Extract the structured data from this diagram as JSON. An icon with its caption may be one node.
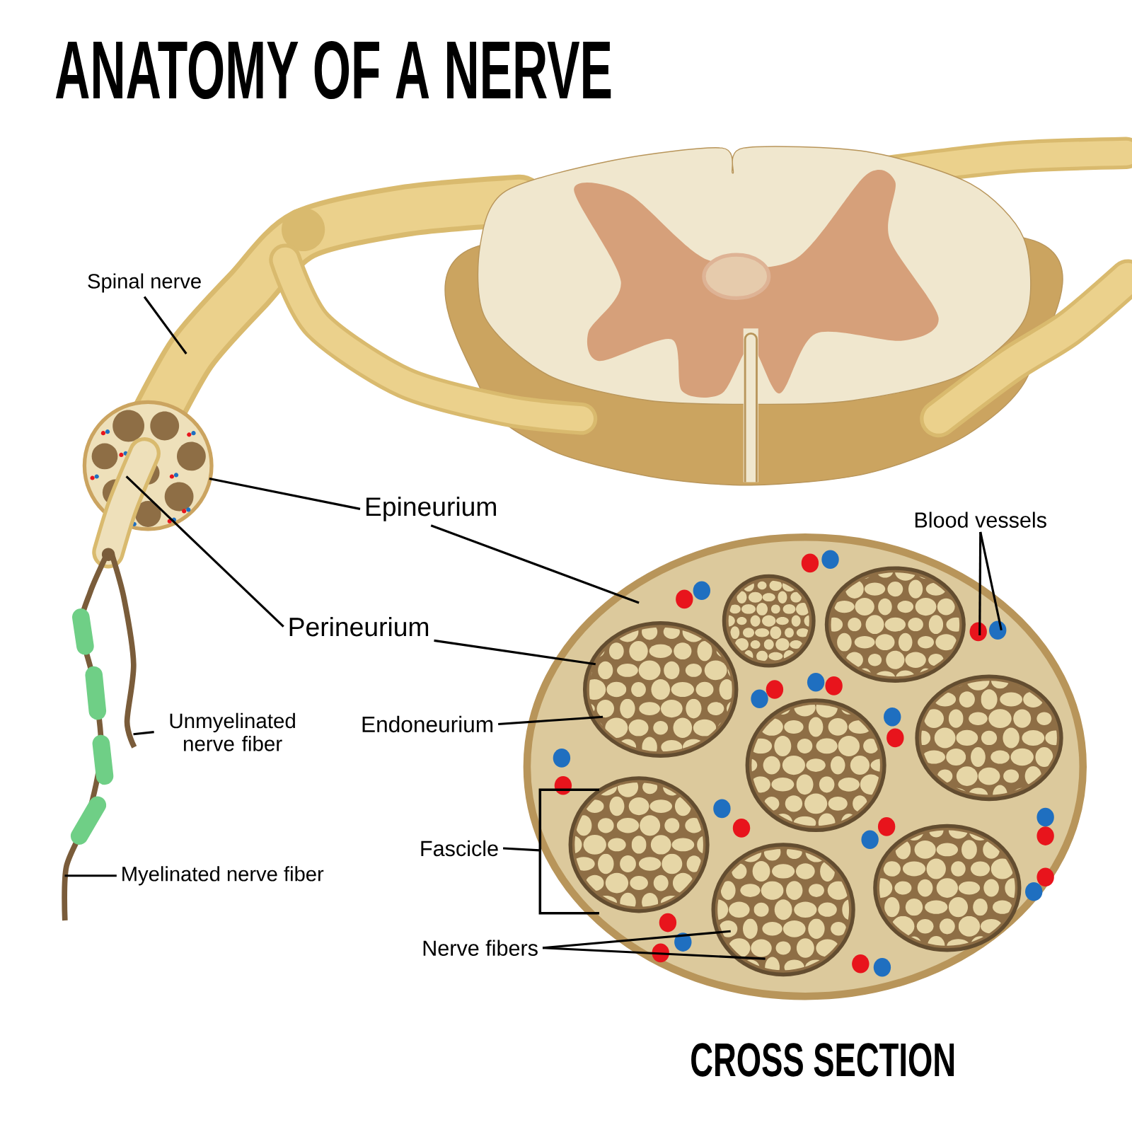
{
  "diagram": {
    "title": "ANATOMY OF A NERVE",
    "nodes": [
      {
        "text": [
          "Spinal nerve"
        ]
      },
      {
        "text": [
          "Epineurium"
        ]
      },
      {
        "text": [
          "Perineurium"
        ]
      },
      {
        "text": [
          "Endoneurium"
        ]
      },
      {
        "text": [
          "Unmyelinated nerve fiber"
        ]
      },
      {
        "text": [
          "Myelinated nerve fiber"
        ]
      },
      {
        "text": [
          "Fascicle"
        ]
      },
      {
        "text": [
          "Nerve fibers"
        ]
      },
      {
        "text": [
          "Blood vessels"
        ]
      },
      {
        "text": [],
        "shape": "picture"
      },
      {
        "text": [],
        "shape": "picture"
      },
      {
        "text": [],
        "shape": "bracket"
      }
    ],
    "edges": [
      {
        "from": 0,
        "to": null,
        "arrow": "none"
      },
      {
        "from": 1,
        "to": null,
        "arrow": "none"
      },
      {
        "from": 1,
        "to": null,
        "arrow": "none"
      },
      {
        "from": 2,
        "to": null,
        "arrow": "none"
      },
      {
        "from": 2,
        "to": null,
        "arrow": "none"
      },
      {
        "from": 3,
        "to": null,
        "arrow": "none"
      },
      {
        "from": 4,
        "to": 9,
        "arrow": "none"
      },
      {
        "from": 5,
        "to": 10,
        "arrow": "none"
      },
      {
        "from": 6,
        "to": 11,
        "arrow": "none"
      },
      {
        "from": 7,
        "to": null,
        "arrow": "none"
      },
      {
        "from": 7,
        "to": null,
        "arrow": "none"
      },
      {
        "from": 8,
        "to": null,
        "arrow": "none"
      },
      {
        "from": 8,
        "to": null,
        "arrow": "none"
      }
    ],
    "labels": [
      "CROSS SECTION"
    ]
  }
}
